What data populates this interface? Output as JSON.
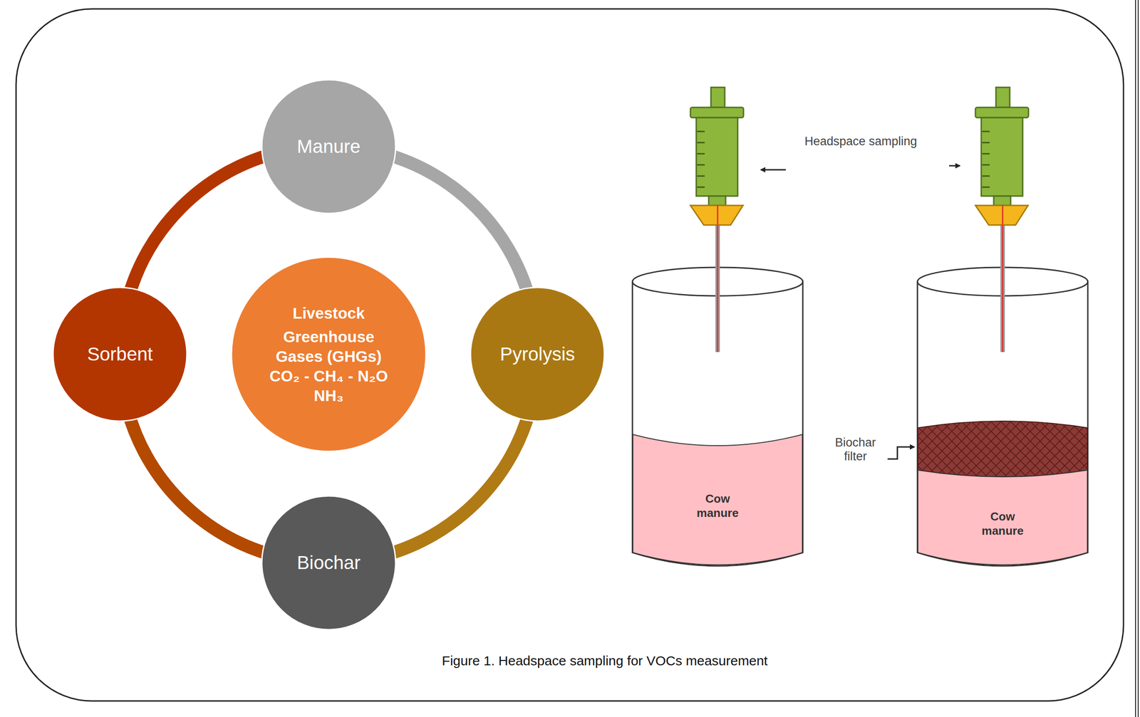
{
  "diagram": {
    "caption": "Figure 1. Headspace sampling for VOCs measurement",
    "nodes": [
      {
        "text": [
          "Manure"
        ]
      },
      {
        "text": [
          "Sorbent"
        ]
      },
      {
        "text": [
          "Livestock",
          "Greenhouse Gases (GHGs)",
          "CO₂ - CH₄ - N₂O",
          "NH₃"
        ]
      },
      {
        "text": [
          "Pyrolysis"
        ]
      },
      {
        "text": [
          "Biochar"
        ]
      },
      {
        "text": [
          "Cow manure"
        ]
      },
      {
        "text": [
          "Cow manure"
        ]
      }
    ],
    "edges": [
      {
        "from": 0,
        "to": 3,
        "arrow": "none"
      },
      {
        "from": 3,
        "to": 4,
        "arrow": "none"
      },
      {
        "from": 4,
        "to": 1,
        "arrow": "none"
      },
      {
        "from": 1,
        "to": 0,
        "arrow": "none"
      }
    ],
    "labels": [
      "Headspace sampling",
      "Biochar filter"
    ]
  }
}
